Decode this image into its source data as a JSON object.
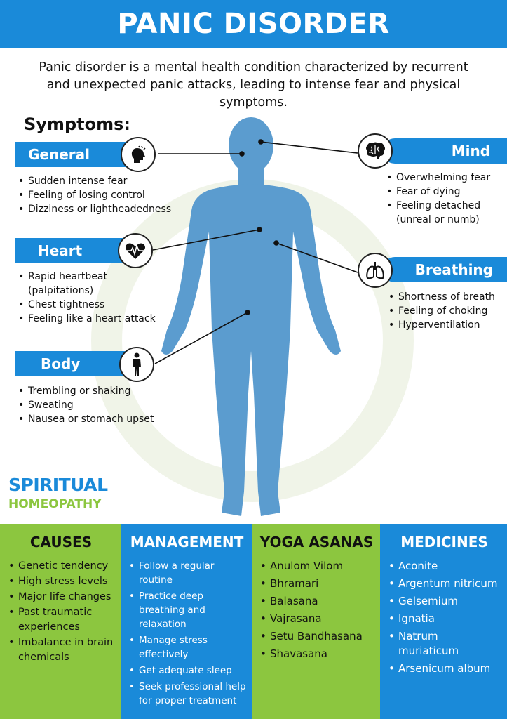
{
  "title": "PANIC DISORDER",
  "intro": "Panic disorder is a mental health condition characterized by recurrent and unexpected panic attacks, leading to intense fear and physical symptoms.",
  "symptoms_heading": "Symptoms:",
  "categories": {
    "general": {
      "label": "General",
      "icon": "head-silhouette-icon",
      "items": [
        "Sudden intense fear",
        "Feeling of losing control",
        "Dizziness or lightheadedness"
      ]
    },
    "heart": {
      "label": "Heart",
      "icon": "heartbeat-icon",
      "items": [
        "Rapid heartbeat (palpitations)",
        "Chest tightness",
        "Feeling like a heart attack"
      ]
    },
    "body": {
      "label": "Body",
      "icon": "person-icon",
      "items": [
        "Trembling or shaking",
        "Sweating",
        "Nausea or stomach upset"
      ]
    },
    "mind": {
      "label": "Mind",
      "icon": "brain-icon",
      "items": [
        "Overwhelming fear",
        "Fear of dying",
        "Feeling detached (unreal or numb)"
      ]
    },
    "breathing": {
      "label": "Breathing",
      "icon": "lungs-icon",
      "items": [
        "Shortness of breath",
        "Feeling of choking",
        "Hyperventilation"
      ]
    }
  },
  "brand": {
    "line1": "SPIRITUAL",
    "line2": "HOMEOPATHY"
  },
  "columns": {
    "causes": {
      "title": "CAUSES",
      "items": [
        "Genetic tendency",
        "High stress levels",
        "Major life changes",
        "Past traumatic experiences",
        "Imbalance in brain chemicals"
      ]
    },
    "management": {
      "title": "MANAGEMENT",
      "items": [
        "Follow a regular routine",
        "Practice deep breathing and relaxation",
        "Manage stress effectively",
        "Get adequate sleep",
        "Seek professional help for proper treatment"
      ]
    },
    "yoga": {
      "title": "YOGA ASANAS",
      "items": [
        "Anulom Vilom",
        "Bhramari",
        "Balasana",
        "Vajrasana",
        "Setu Bandhasana",
        "Shavasana"
      ]
    },
    "medicines": {
      "title": "MEDICINES",
      "items": [
        "Aconite",
        "Argentum nitricum",
        "Gelsemium",
        "Ignatia",
        "Natrum muriaticum",
        "Arsenicum album"
      ]
    }
  },
  "colors": {
    "blue": "#1a8ad9",
    "green": "#8cc63f",
    "figure": "#5b9ccf"
  }
}
